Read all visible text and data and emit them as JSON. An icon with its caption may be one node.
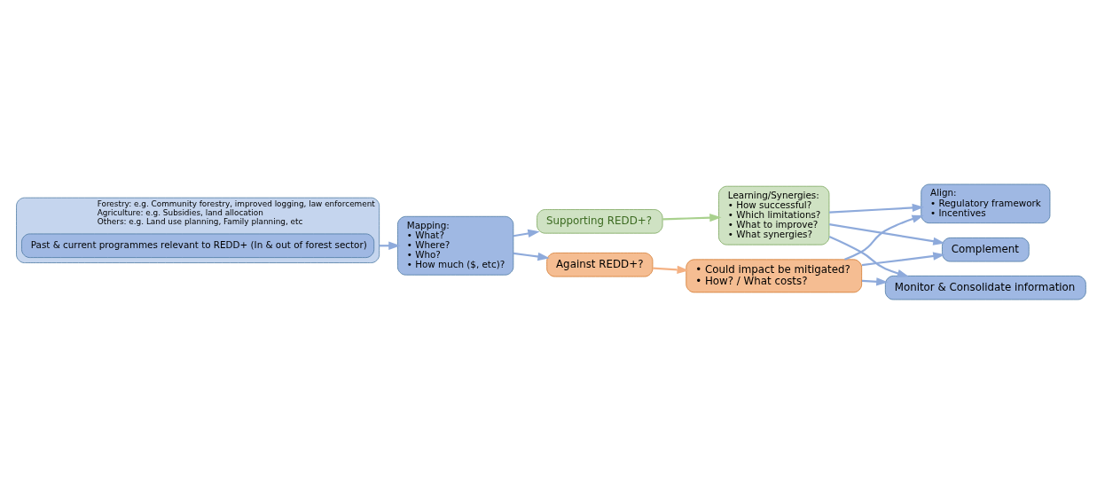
{
  "diagram": {
    "nodes": [
      {
        "text": [
          "Forestry: e.g. Community forestry, improved logging, law enforcement",
          "Agriculture: e.g. Subsidies, land allocation",
          "Others: e.g. Land use planning, Family planning, etc"
        ]
      },
      {
        "text": [
          "Past & current programmes relevant to REDD+ (In & out of forest sector)"
        ],
        "in": 0
      },
      {
        "text": [
          "Mapping:",
          "• What?",
          "• Where?",
          "• Who?",
          "• How much ($, etc)?"
        ]
      },
      {
        "text": [
          "Supporting REDD+?"
        ]
      },
      {
        "text": [
          "Against REDD+?"
        ]
      },
      {
        "text": [
          "Learning/Synergies:",
          "• How successful?",
          "• Which limitations?",
          "• What to improve?",
          "• What synergies?"
        ]
      },
      {
        "text": [
          "• Could impact be mitigated?",
          "• How? / What costs?"
        ]
      },
      {
        "text": [
          "Align:",
          "• Regulatory framework",
          "• Incentives"
        ]
      },
      {
        "text": [
          "Complement"
        ]
      },
      {
        "text": [
          "Monitor & Consolidate information"
        ]
      }
    ],
    "edges": [
      {
        "from": 0,
        "to": 2,
        "arrow": "to"
      },
      {
        "from": 2,
        "to": 3,
        "arrow": "to"
      },
      {
        "from": 2,
        "to": 4,
        "arrow": "to"
      },
      {
        "from": 3,
        "to": 5,
        "arrow": "to",
        "color": "#a9d18e"
      },
      {
        "from": 4,
        "to": 6,
        "arrow": "to",
        "color": "#f4b183"
      },
      {
        "from": 5,
        "to": 7,
        "arrow": "to"
      },
      {
        "from": 5,
        "to": 8,
        "arrow": "to"
      },
      {
        "from": 5,
        "to": 9,
        "arrow": "to"
      },
      {
        "from": 6,
        "to": 7,
        "arrow": "to"
      },
      {
        "from": 6,
        "to": 8,
        "arrow": "to"
      },
      {
        "from": 6,
        "to": 9,
        "arrow": "to"
      }
    ]
  }
}
